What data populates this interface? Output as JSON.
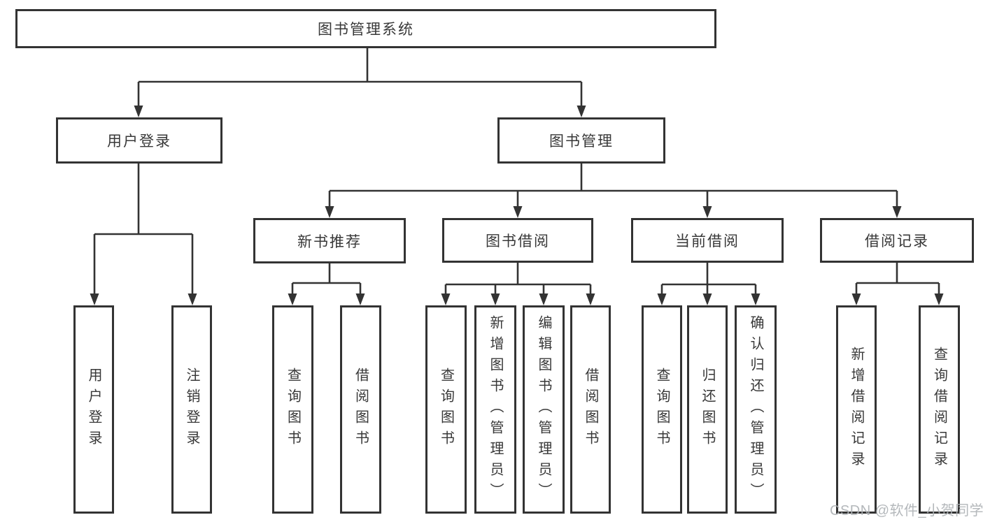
{
  "diagram": {
    "title": "图书管理系统",
    "type": "hierarchy-tree",
    "colors": {
      "line": "#333333",
      "box_border": "#333333",
      "box_fill": "#ffffff",
      "text": "#383838",
      "watermark": "#aeb2b6",
      "background": "#ffffff"
    },
    "tree": {
      "root": "图书管理系统",
      "children": [
        {
          "label": "用户登录",
          "children": [
            "用户登录",
            "注销登录"
          ]
        },
        {
          "label": "图书管理",
          "children": [
            {
              "label": "新书推荐",
              "children": [
                "查询图书",
                "借阅图书"
              ]
            },
            {
              "label": "图书借阅",
              "children": [
                "查询图书",
                "新增图书（管理员）",
                "编辑图书（管理员）",
                "借阅图书"
              ]
            },
            {
              "label": "当前借阅",
              "children": [
                "查询图书",
                "归还图书",
                "确认归还（管理员）"
              ]
            },
            {
              "label": "借阅记录",
              "children": [
                "新增借阅记录",
                "查询借阅记录"
              ]
            }
          ]
        }
      ]
    },
    "watermark": {
      "text": "CSDN @软件_小贺同学"
    }
  }
}
